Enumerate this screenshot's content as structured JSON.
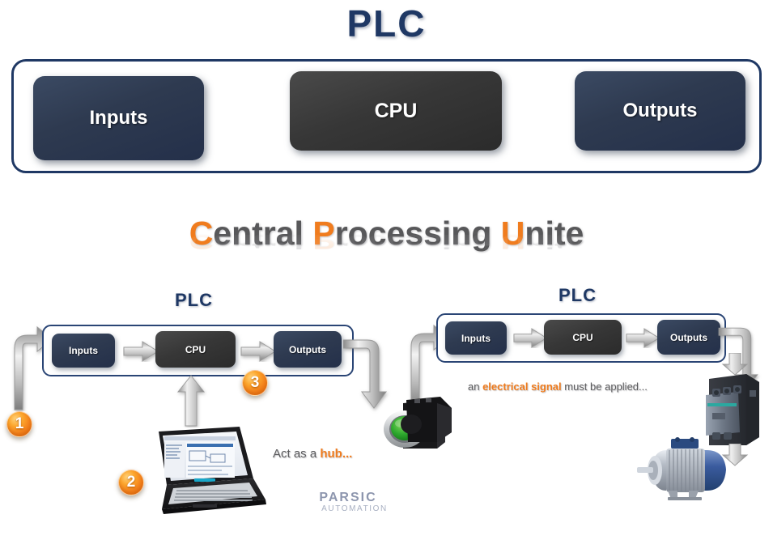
{
  "page": {
    "title": "PLC",
    "background": "#ffffff"
  },
  "colors": {
    "navy_box": "#2e3a50",
    "dark_box": "#373737",
    "frame_border": "#1f3864",
    "accent_orange": "#f07c1e",
    "text_gray": "#5b5b5d",
    "logo_blue_gray": "#8d96ae"
  },
  "top_section": {
    "title": "PLC",
    "boxes": [
      {
        "label": "Inputs",
        "style": "navy"
      },
      {
        "label": "CPU",
        "style": "dark"
      },
      {
        "label": "Outputs",
        "style": "navy"
      }
    ]
  },
  "heading": {
    "full": "Central Processing Unite",
    "parts": [
      {
        "text": "C",
        "accent": true
      },
      {
        "text": "entral ",
        "accent": false
      },
      {
        "text": "P",
        "accent": true
      },
      {
        "text": "rocessing ",
        "accent": false
      },
      {
        "text": "U",
        "accent": true
      },
      {
        "text": "nite",
        "accent": false
      }
    ]
  },
  "left_diagram": {
    "plc_label": "PLC",
    "boxes": [
      {
        "label": "Inputs",
        "style": "navy"
      },
      {
        "label": "CPU",
        "style": "dark"
      },
      {
        "label": "Outputs",
        "style": "navy"
      }
    ],
    "markers": [
      {
        "number": "1"
      },
      {
        "number": "2"
      },
      {
        "number": "3"
      }
    ],
    "caption": {
      "plain_prefix": "Act as a ",
      "accent": "hub...",
      "full": "Act as a hub..."
    },
    "devices": [
      {
        "name": "laptop-programming-device"
      },
      {
        "name": "green-push-button"
      }
    ]
  },
  "right_diagram": {
    "plc_label": "PLC",
    "boxes": [
      {
        "label": "Inputs",
        "style": "navy"
      },
      {
        "label": "CPU",
        "style": "dark"
      },
      {
        "label": "Outputs",
        "style": "navy"
      }
    ],
    "caption": {
      "plain_prefix": "an ",
      "accent": "electrical signal",
      "plain_suffix": " must be applied...",
      "full": "an electrical signal must be applied..."
    },
    "devices": [
      {
        "name": "black-push-button"
      },
      {
        "name": "contactor"
      },
      {
        "name": "electric-motor"
      }
    ]
  },
  "logo": {
    "name": "PARSIC",
    "subtitle": "AUTOMATION"
  },
  "icons": {
    "chevron_arrow": "chevron-right-arrow-icon",
    "elbow_arrow_up_right": "elbow-arrow-up-right-icon",
    "elbow_arrow_right_down": "elbow-arrow-right-down-icon",
    "arrow_up": "arrow-up-icon",
    "arrow_down": "arrow-down-icon"
  }
}
